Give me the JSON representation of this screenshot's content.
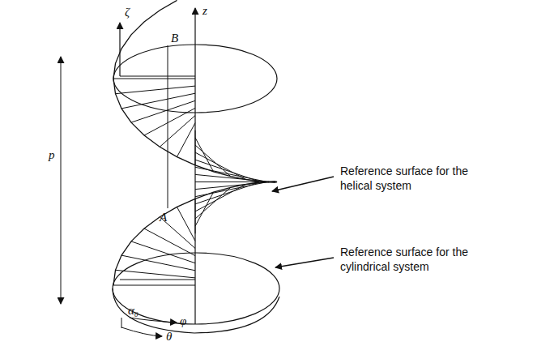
{
  "diagram": {
    "labels": [
      "ζ",
      "z",
      "B",
      "p",
      "A",
      "α₀",
      "φ",
      "θ",
      "Reference surface for the helical system",
      "Reference surface for the cylindrical system"
    ]
  }
}
